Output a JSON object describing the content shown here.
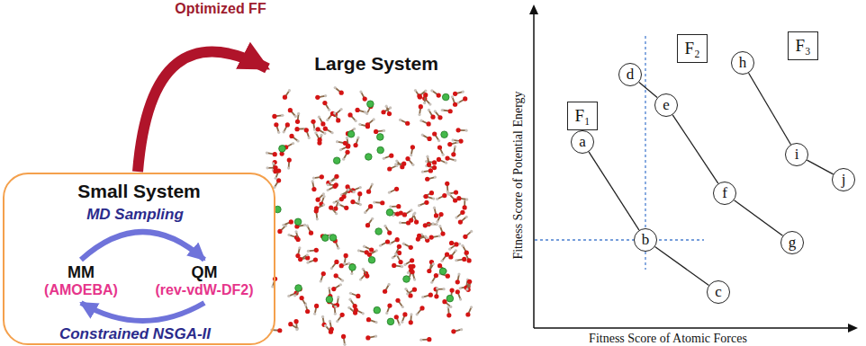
{
  "diagram": {
    "nodes": [
      {
        "text": [
          "Small System"
        ]
      },
      {
        "text": [
          "MM",
          "(AMOEBA)"
        ],
        "in": 0
      },
      {
        "text": [
          "QM",
          "(rev-vdW-DF2)"
        ],
        "in": 0
      },
      {
        "text": [
          "Large System"
        ]
      },
      {
        "text": [
          "F₁"
        ]
      },
      {
        "text": [
          "F₂"
        ]
      },
      {
        "text": [
          "F₃"
        ]
      },
      {
        "text": [
          "a"
        ]
      },
      {
        "text": [
          "b"
        ]
      },
      {
        "text": [
          "c"
        ]
      },
      {
        "text": [
          "d"
        ]
      },
      {
        "text": [
          "e"
        ]
      },
      {
        "text": [
          "f"
        ]
      },
      {
        "text": [
          "g"
        ]
      },
      {
        "text": [
          "h"
        ]
      },
      {
        "text": [
          "i"
        ]
      },
      {
        "text": [
          "j"
        ]
      }
    ],
    "edges": [
      {
        "from": 0,
        "to": 3,
        "label": "Optimized FF",
        "arrow": "to"
      },
      {
        "from": 1,
        "to": 2,
        "label": "MD Sampling",
        "arrow": "to"
      },
      {
        "from": 2,
        "to": 1,
        "label": "Constrained NSGA-II",
        "arrow": "to"
      },
      {
        "from": 7,
        "to": 8,
        "arrow": "none"
      },
      {
        "from": 8,
        "to": 9,
        "arrow": "none"
      },
      {
        "from": 10,
        "to": 11,
        "arrow": "none"
      },
      {
        "from": 11,
        "to": 12,
        "arrow": "none"
      },
      {
        "from": 12,
        "to": 13,
        "arrow": "none"
      },
      {
        "from": 14,
        "to": 15,
        "arrow": "none"
      },
      {
        "from": 15,
        "to": 16,
        "arrow": "none"
      }
    ],
    "labels": [
      "Fitness Score of Potential Energy",
      "Fitness Score of Atomic Forces"
    ]
  }
}
